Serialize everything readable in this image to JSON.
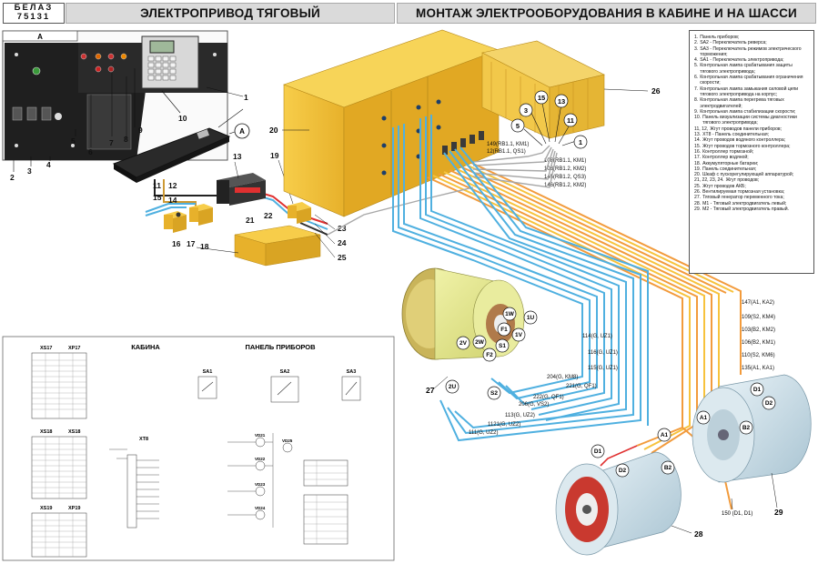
{
  "logo": {
    "line1": "БЕЛАЗ",
    "line2": "75131"
  },
  "header": {
    "left_title": "ЭЛЕКТРОПРИВОД ТЯГОВЫЙ",
    "right_title": "МОНТАЖ ЭЛЕКТРООБОРУДОВАНИЯ В КАБИНЕ И НА ШАССИ"
  },
  "inset": {
    "label": "А"
  },
  "callouts_left": [
    "1",
    "2",
    "3",
    "4",
    "5",
    "6",
    "7",
    "8",
    "9",
    "10",
    "11",
    "12",
    "13",
    "14",
    "15",
    "16",
    "17",
    "18",
    "19",
    "20",
    "21",
    "22",
    "23",
    "24",
    "25",
    "26",
    "27",
    "28",
    "29",
    "A"
  ],
  "cab_markers": [
    "5",
    "3",
    "15",
    "13",
    "11",
    "1"
  ],
  "cable_labels_top": [
    "149(RB1.1, KM1)",
    "12(RB1.1, QS1)",
    "108(RB1.1, KM1)",
    "103(RB1.2, KM2)",
    "145(RB1.2, QS3)",
    "146(RB1.2, KM2)"
  ],
  "cable_labels_right": [
    "147(A1, KA2)",
    "109(S2, KM4)",
    "103(B2, KM2)",
    "106(B2, KM1)",
    "110(S2, KM6)",
    "135(A1, KA1)"
  ],
  "cable_labels_motor": [
    "114(G, UZ1)",
    "116(G, UZ1)",
    "115(G, UZ1)",
    "221(G, QF1)",
    "204(G, KM8)",
    "222(G, QF1)",
    "206(G, VS2)",
    "113(G, UZ2)",
    "1121(G, UZ2)",
    "111(G, UZ2)"
  ],
  "bottom_cable_label": "150 (D1, D1)",
  "generator_terminals": [
    "1W",
    "1U",
    "F1",
    "1V",
    "S1",
    "2V",
    "2W",
    "F2",
    "2U",
    "S2"
  ],
  "motor_m1_terminals": [
    "D1",
    "D2",
    "A1",
    "B2"
  ],
  "motor_m2_terminals": [
    "A1",
    "D1",
    "D2",
    "B2"
  ],
  "schematics": {
    "cab_title": "КАБИНА",
    "panel_title": "ПАНЕЛЬ ПРИБОРОВ",
    "connectors": [
      "XS17",
      "XP17",
      "XS18",
      "XS18",
      "XS19",
      "XP19"
    ],
    "switches": [
      "SA1",
      "SA2",
      "SA3",
      "XT8"
    ],
    "diodes": [
      "VD21",
      "VD22",
      "VD23",
      "VD24",
      "VD25"
    ]
  },
  "legend": [
    {
      "n": "1.",
      "t": "Панель приборов;"
    },
    {
      "n": "2.",
      "t": "SA2 - Переключатель реверса;"
    },
    {
      "n": "3.",
      "t": "SA3 - Переключатель режимов электрического торможения;"
    },
    {
      "n": "4.",
      "t": "SA1 - Переключатель электропривода;"
    },
    {
      "n": "5.",
      "t": "Контрольная лампа срабатывания защиты тягового электропривода;"
    },
    {
      "n": "6.",
      "t": "Контрольная лампа срабатывания ограничения скорости;"
    },
    {
      "n": "7.",
      "t": "Контрольная лампа замыкания силовой цепи тягового электропривода на корпус;"
    },
    {
      "n": "8.",
      "t": "Контрольная лампа перегрева тяговых электродвигателей;"
    },
    {
      "n": "9.",
      "t": "Контрольная лампа стабилизации скорости;"
    },
    {
      "n": "10.",
      "t": "Панель визуализации системы диагностики тягового электропривода;"
    },
    {
      "n": "11, 12,",
      "t": "Жгут проводов панели приборов;"
    },
    {
      "n": "13.",
      "t": "XT8 - Панель соединительная;"
    },
    {
      "n": "14.",
      "t": "Жгут проводов водяного контроллера;"
    },
    {
      "n": "15.",
      "t": "Жгут проводов тормозного контроллера;"
    },
    {
      "n": "16.",
      "t": "Контроллер тормозной;"
    },
    {
      "n": "17.",
      "t": "Контроллер водяной;"
    },
    {
      "n": "18.",
      "t": "Аккумуляторные батареи;"
    },
    {
      "n": "19.",
      "t": "Панель соединительная;"
    },
    {
      "n": "20.",
      "t": "Шкаф с пускорегулирующей аппаратурой;"
    },
    {
      "n": "21, 22, 23, 24.",
      "t": "Жгут проводов;"
    },
    {
      "n": "25.",
      "t": "Жгут проводов АКБ;"
    },
    {
      "n": "26.",
      "t": "Вентилируемая тормозная установка;"
    },
    {
      "n": "27.",
      "t": "Тяговый генератор переменного тока;"
    },
    {
      "n": "28.",
      "t": "М1 - Тяговый электродвигатель левый;"
    },
    {
      "n": "29.",
      "t": "М2 - Тяговый электродвигатель правый."
    }
  ],
  "colors": {
    "header_bg": "#dadada",
    "yellow_cabinet": "#f2c23c",
    "orange_wire": "#f29b3c",
    "blue_wire": "#4fb0e0",
    "motor_body": "#cfe1ea",
    "generator_body": "#e6ea93"
  }
}
